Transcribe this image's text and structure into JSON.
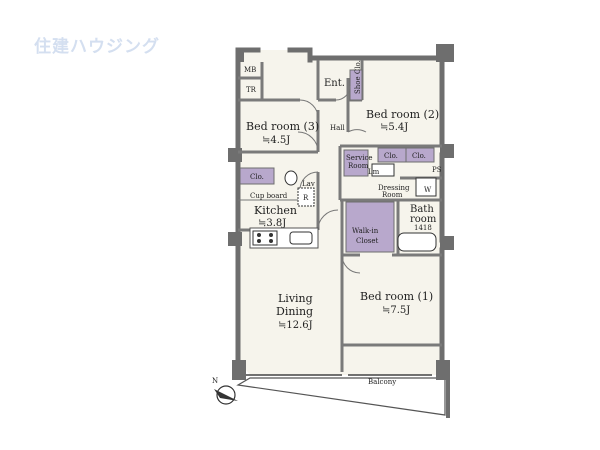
{
  "watermark": "住建ハウジング",
  "rooms": {
    "entrance": "Ent.",
    "shoe_closet": "Shoe Clo.",
    "mb": "MB",
    "tr": "TR",
    "hall": "Hall",
    "bedroom2": {
      "name": "Bed room (2)",
      "size": "≒5.4J"
    },
    "bedroom3": {
      "name": "Bed room (3)",
      "size": "≒4.5J"
    },
    "service_room": {
      "line1": "Service",
      "line2": "Room"
    },
    "clo_b3": "Clo.",
    "clo_b2a": "Clo.",
    "clo_b2b": "Clo.",
    "lav": "Lav",
    "lm": "Lm",
    "dressing": {
      "line1": "Dressing",
      "line2": "Room"
    },
    "w": "W",
    "ps": "PS",
    "cupboard": "Cup board",
    "r": "R",
    "kitchen": {
      "name": "Kitchen",
      "size": "≒3.8J"
    },
    "bath": {
      "line1": "Bath",
      "line2": "room",
      "size": "1418"
    },
    "walkin": {
      "line1": "Walk-in",
      "line2": "Closet"
    },
    "living": {
      "line1": "Living",
      "line2": "Dining",
      "size": "≒12.6J"
    },
    "bedroom1": {
      "name": "Bed room (1)",
      "size": "≒7.5J"
    },
    "balcony": "Balcony",
    "compass": "N"
  },
  "colors": {
    "wall": "#7a7a7a",
    "floor": "#f6f4ec",
    "closet": "#b8a8cc",
    "balcony": "#ffffff",
    "watermark": "#d4dff0"
  }
}
